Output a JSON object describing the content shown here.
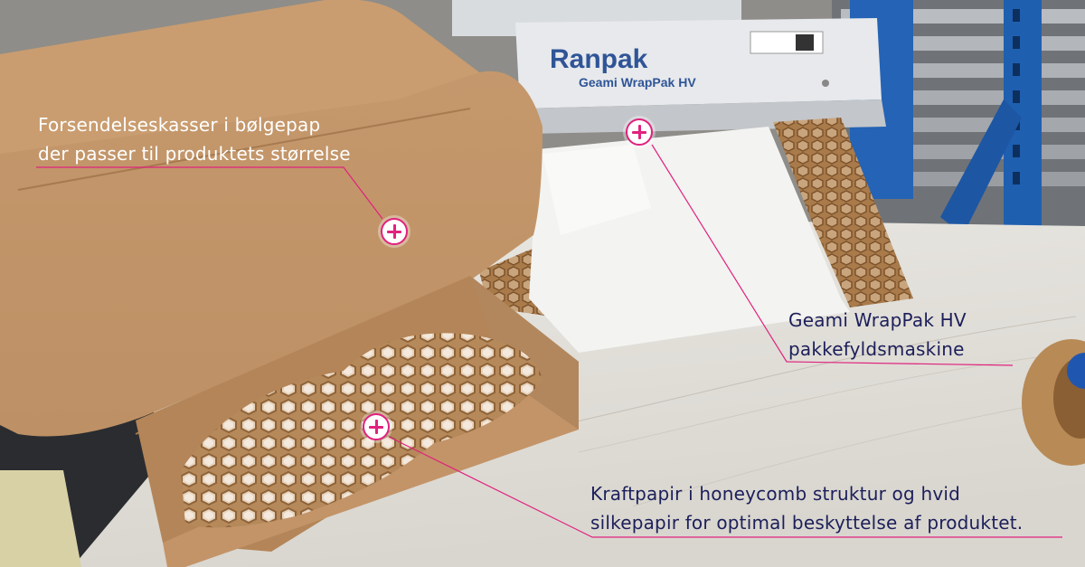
{
  "colors": {
    "accent": "#e0227e",
    "annotation_text": "#1c1f5a"
  },
  "annotations": [
    {
      "id": "boxes",
      "lines": [
        "Forsendelseskasser i bølgepap",
        "der passer til produktets størrelse"
      ]
    },
    {
      "id": "machine",
      "lines": [
        "Geami WrapPak HV",
        "pakkefyldsmaskine"
      ]
    },
    {
      "id": "paper",
      "lines": [
        "Kraftpapir i honeycomb struktur og hvid",
        "silkepapir for optimal beskyttelse af produktet."
      ]
    }
  ],
  "machine_label": {
    "brand": "Ranpak",
    "model": "Geami WrapPak HV"
  },
  "hotspot_icon": "plus-icon"
}
